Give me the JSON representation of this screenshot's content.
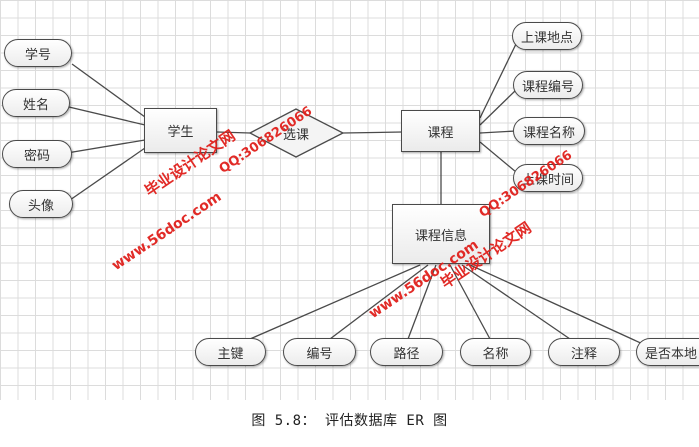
{
  "diagram": {
    "entities": {
      "student": "学生",
      "course": "课程",
      "course_info": "课程信息"
    },
    "relationship": "选课",
    "student_attributes": [
      "学号",
      "姓名",
      "密码",
      "头像"
    ],
    "course_attributes": [
      "上课地点",
      "课程编号",
      "课程名称",
      "上课时间"
    ],
    "course_info_attributes": [
      "主键",
      "编号",
      "路径",
      "名称",
      "注释",
      "是否本地"
    ]
  },
  "watermarks": {
    "site_cn": "毕业设计论文网",
    "site_url": "www.56doc.com",
    "qq": "QQ:306826066"
  },
  "caption": "图 5.8：  评估数据库 ER 图",
  "colors": {
    "watermark": "#e0201c",
    "grid": "#dcdcdc",
    "stroke": "#4a4a4a"
  }
}
